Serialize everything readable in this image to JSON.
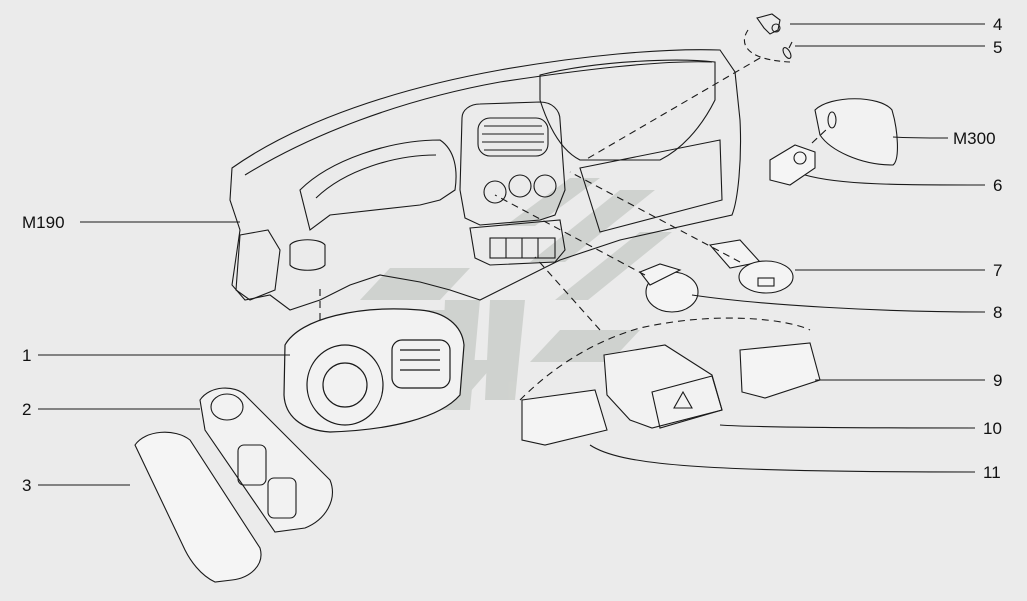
{
  "callouts": {
    "c1": "1",
    "c2": "2",
    "c3": "3",
    "c4": "4",
    "c5": "5",
    "c6": "6",
    "c7": "7",
    "c8": "8",
    "c9": "9",
    "c10": "10",
    "c11": "11",
    "m190": "M190",
    "m300": "M300"
  },
  "colors": {
    "background": "#ebebeb",
    "line": "#1a1a1a",
    "watermark": "#c9cdc9"
  },
  "icons": [
    "hazard-triangle-icon",
    "fan-icon",
    "headlight-icon",
    "heated-rear-window-icon"
  ]
}
